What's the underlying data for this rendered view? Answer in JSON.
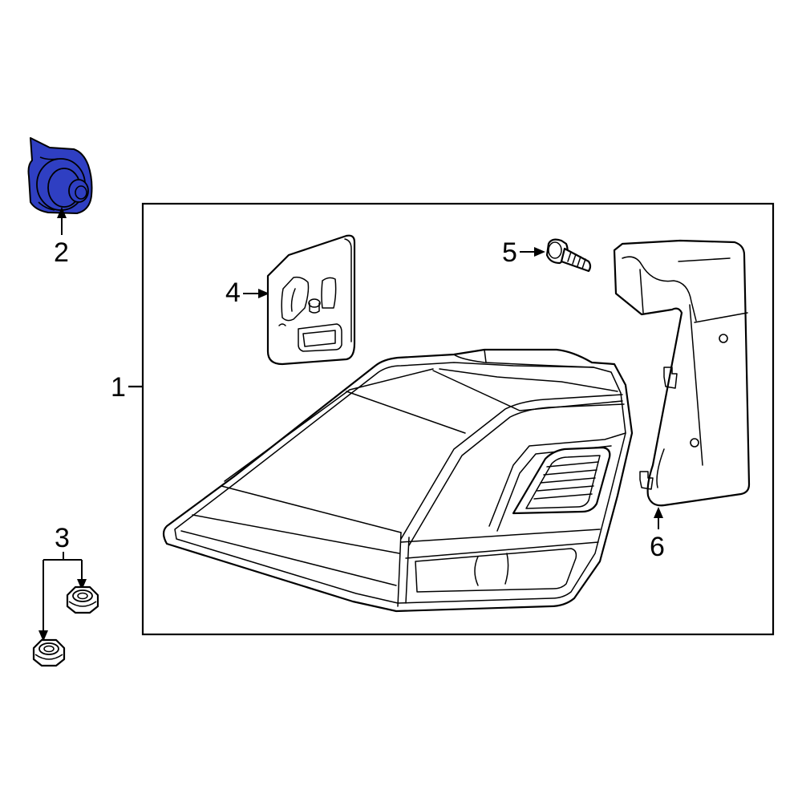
{
  "diagram": {
    "colors": {
      "line": "#000000",
      "background": "#ffffff",
      "highlight": "#2f3fc2"
    },
    "callouts": {
      "c1": "1",
      "c2": "2",
      "c3": "3",
      "c4": "4",
      "c5": "5",
      "c6": "6"
    },
    "parts": [
      {
        "id": 1,
        "icon": "tail-lamp-assembly-icon"
      },
      {
        "id": 2,
        "icon": "bulb-socket-icon",
        "highlighted": true
      },
      {
        "id": 3,
        "icon": "flange-nut-icon"
      },
      {
        "id": 4,
        "icon": "gasket-icon"
      },
      {
        "id": 5,
        "icon": "bolt-icon"
      },
      {
        "id": 6,
        "icon": "mounting-bracket-icon"
      }
    ]
  }
}
